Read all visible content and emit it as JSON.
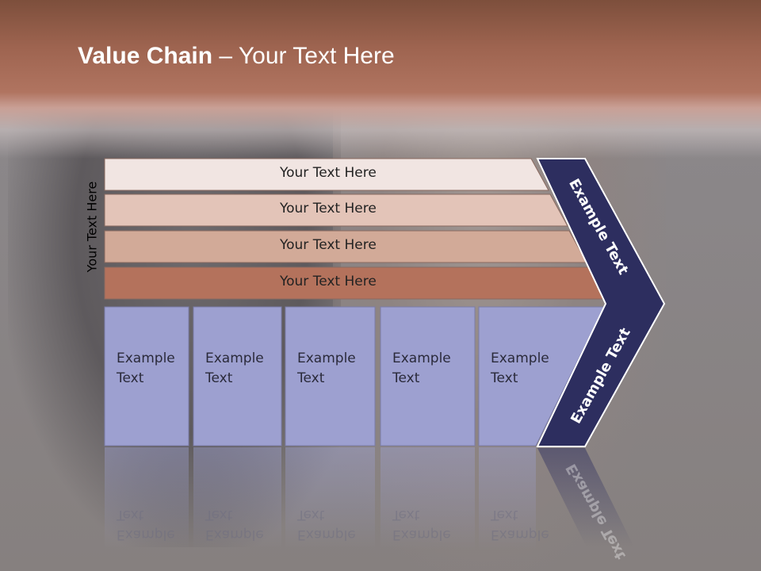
{
  "slide": {
    "title_bold": "Value Chain",
    "title_rest": " – Your Text Here",
    "side_label": "Your Text Here"
  },
  "bars": [
    {
      "label": "Your Text Here",
      "fill": "#f1e5e2"
    },
    {
      "label": "Your Text Here",
      "fill": "#e3c4b8"
    },
    {
      "label": "Your Text Here",
      "fill": "#d2aa98"
    },
    {
      "label": "Your Text Here",
      "fill": "#b4725c"
    }
  ],
  "columns": [
    {
      "line1": "Example",
      "line2": "Text"
    },
    {
      "line1": "Example",
      "line2": "Text"
    },
    {
      "line1": "Example",
      "line2": "Text"
    },
    {
      "line1": "Example",
      "line2": "Text"
    },
    {
      "line1": "Example",
      "line2": "Text"
    }
  ],
  "chevron": {
    "upper_label": "Example Text",
    "lower_label": "Example Text",
    "fill": "#2d2e5f"
  },
  "colors": {
    "column_fill": "#9da0d0",
    "header": "#a56b57"
  }
}
